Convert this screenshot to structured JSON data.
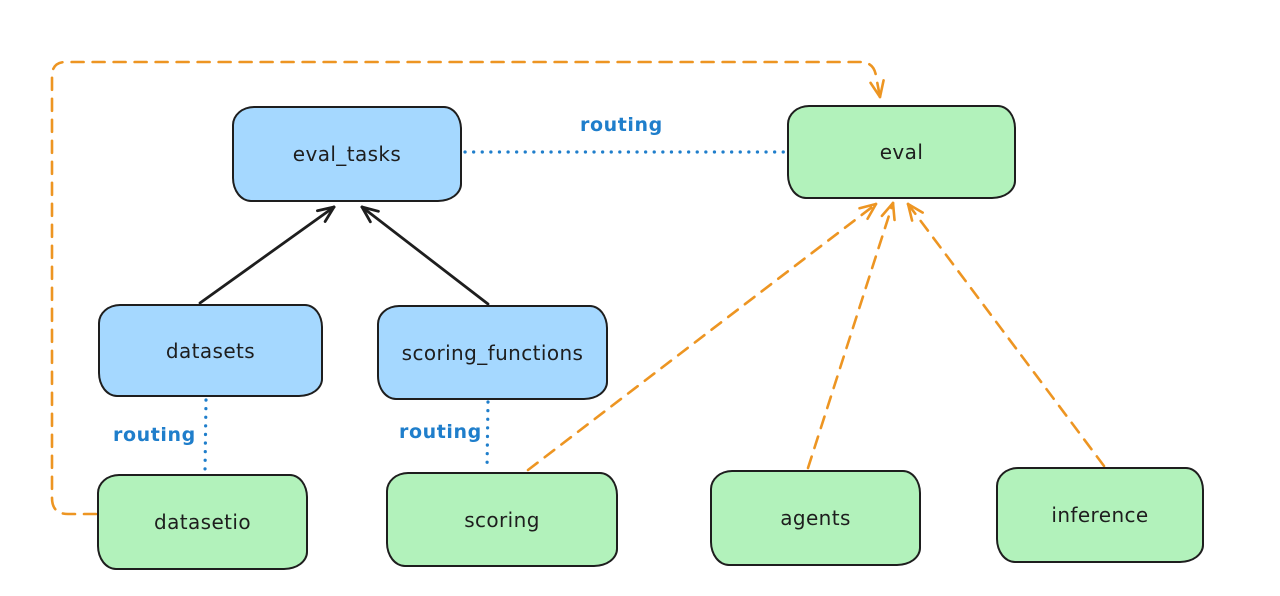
{
  "diagram_title": "",
  "colors": {
    "node_blue_fill": "#a5d8ff",
    "node_green_fill": "#b2f2bb",
    "node_stroke": "#1e1e1e",
    "arrow_black": "#1e1e1e",
    "arrow_orange": "#ed9522",
    "routing_blue": "#1f7ecb",
    "canvas_bg": "#ffffff"
  },
  "nodes": {
    "eval_tasks": {
      "label": "eval_tasks",
      "color": "blue"
    },
    "eval": {
      "label": "eval",
      "color": "green"
    },
    "datasets": {
      "label": "datasets",
      "color": "blue"
    },
    "scoring_functions": {
      "label": "scoring_functions",
      "color": "blue"
    },
    "datasetio": {
      "label": "datasetio",
      "color": "green"
    },
    "scoring": {
      "label": "scoring",
      "color": "green"
    },
    "agents": {
      "label": "agents",
      "color": "green"
    },
    "inference": {
      "label": "inference",
      "color": "green"
    }
  },
  "edges": {
    "datasets_to_eval_tasks": {
      "from": "datasets",
      "to": "eval_tasks",
      "style": "solid",
      "color": "black",
      "arrow": true,
      "label": ""
    },
    "scoring_functions_to_eval_tasks": {
      "from": "scoring_functions",
      "to": "eval_tasks",
      "style": "solid",
      "color": "black",
      "arrow": true,
      "label": ""
    },
    "eval_tasks_to_eval": {
      "from": "eval_tasks",
      "to": "eval",
      "style": "dotted",
      "color": "blue",
      "arrow": false,
      "label": "routing"
    },
    "datasets_to_datasetio": {
      "from": "datasets",
      "to": "datasetio",
      "style": "dotted",
      "color": "blue",
      "arrow": false,
      "label": "routing"
    },
    "scoring_functions_to_scoring": {
      "from": "scoring_functions",
      "to": "scoring",
      "style": "dotted",
      "color": "blue",
      "arrow": false,
      "label": "routing"
    },
    "datasetio_to_eval": {
      "from": "datasetio",
      "to": "eval",
      "style": "dashed",
      "color": "orange",
      "arrow": true,
      "route": "around-left-and-top",
      "label": ""
    },
    "scoring_to_eval": {
      "from": "scoring",
      "to": "eval",
      "style": "dashed",
      "color": "orange",
      "arrow": true,
      "label": ""
    },
    "agents_to_eval": {
      "from": "agents",
      "to": "eval",
      "style": "dashed",
      "color": "orange",
      "arrow": true,
      "label": ""
    },
    "inference_to_eval": {
      "from": "inference",
      "to": "eval",
      "style": "dashed",
      "color": "orange",
      "arrow": true,
      "label": ""
    }
  }
}
